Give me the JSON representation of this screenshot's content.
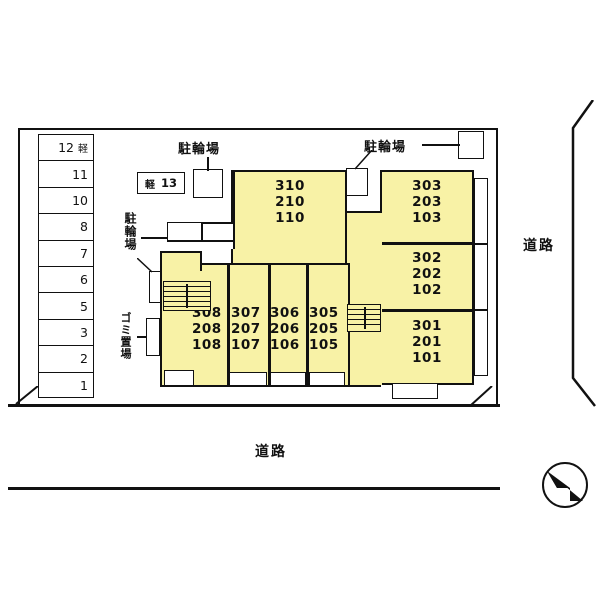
{
  "map": {
    "type": "site-plan",
    "title": "",
    "colors": {
      "building_fill": "#f8f2a6",
      "stroke": "#111111",
      "background": "#ffffff"
    },
    "roads": {
      "right_label": "道路",
      "bottom_label": "道路"
    },
    "parking": {
      "stall_labels": [
        "12",
        "11",
        "10",
        "8",
        "7",
        "6",
        "5",
        "3",
        "2",
        "1"
      ],
      "stall_12_suffix": "軽",
      "kei_box": {
        "kei": "軽",
        "number": "13"
      }
    },
    "facility_labels": {
      "bicycle_top_center": "駐輪場",
      "bicycle_top_right": "駐輪場",
      "bicycle_left": "駐輪場",
      "trash_left": "ゴミ置場"
    },
    "building": {
      "north_block": {
        "units": [
          "310",
          "210",
          "110"
        ]
      },
      "east_block": [
        {
          "units": [
            "303",
            "203",
            "103"
          ]
        },
        {
          "units": [
            "302",
            "202",
            "102"
          ]
        },
        {
          "units": [
            "301",
            "201",
            "101"
          ]
        }
      ],
      "south_block": [
        {
          "units": [
            "308",
            "208",
            "108"
          ]
        },
        {
          "units": [
            "307",
            "207",
            "107"
          ]
        },
        {
          "units": [
            "306",
            "206",
            "106"
          ]
        },
        {
          "units": [
            "305",
            "205",
            "105"
          ]
        }
      ]
    },
    "compass": {
      "name": "north-arrow"
    }
  }
}
